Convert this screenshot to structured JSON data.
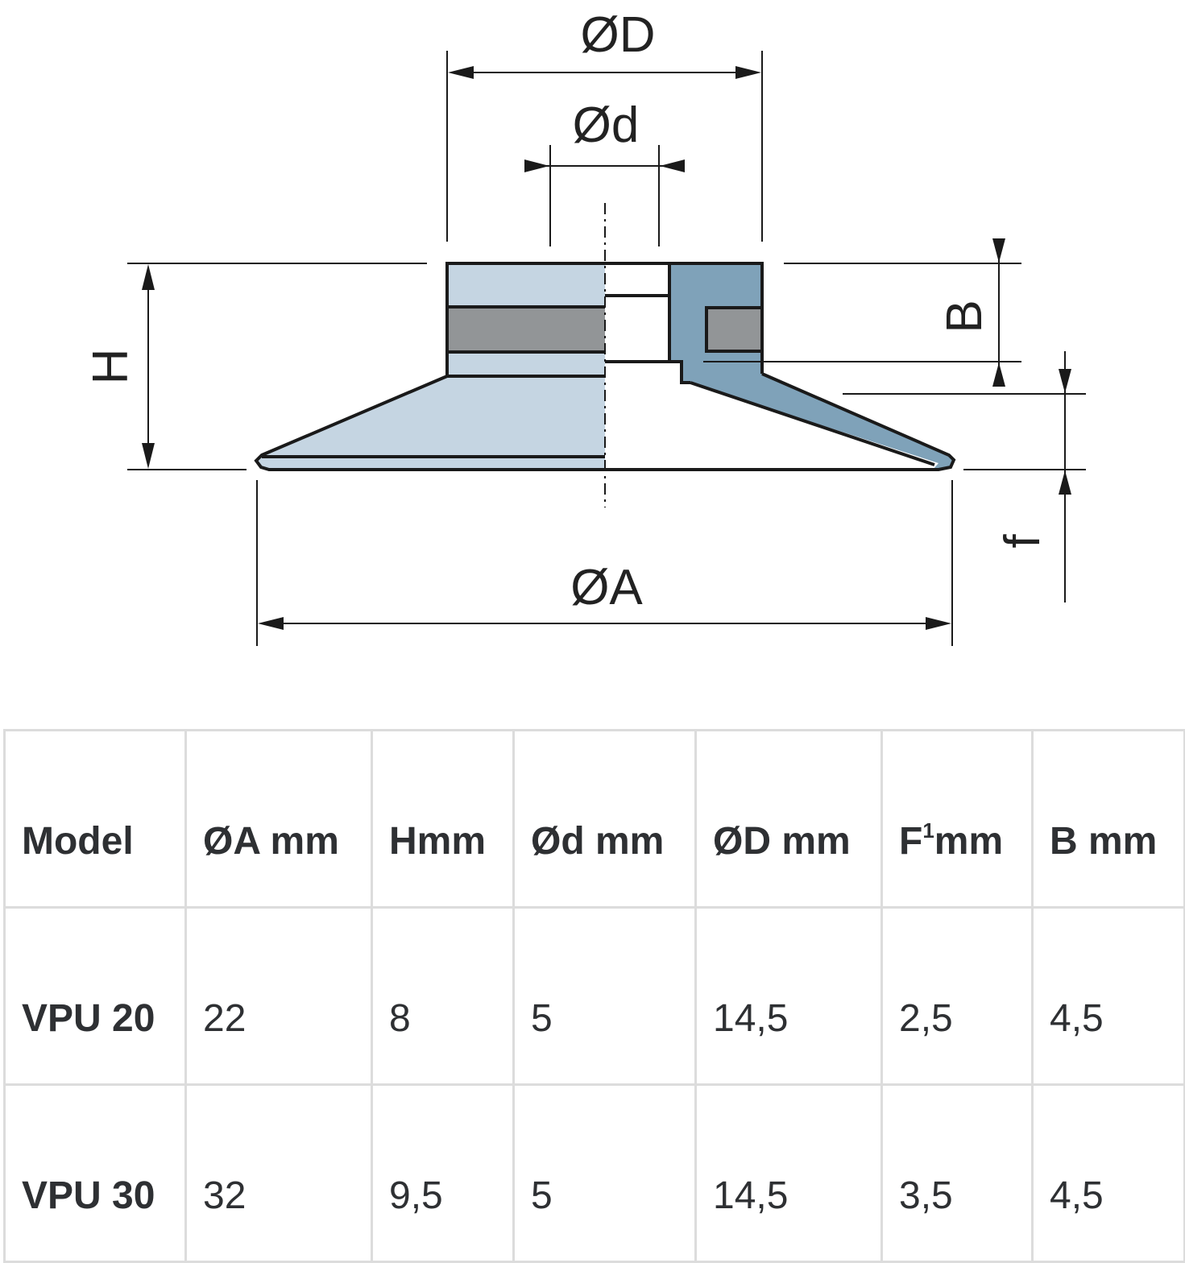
{
  "diagram": {
    "labels": {
      "D": "ØD",
      "d": "Ød",
      "A": "ØA",
      "H": "H",
      "B": "B",
      "f": "f"
    },
    "colors": {
      "body_light": "#c5d5e2",
      "body_section": "#7fa2b9",
      "insert_gray": "#929597",
      "line": "#1a1a1a"
    }
  },
  "table": {
    "headers": {
      "model": "Model",
      "a": "ØA mm",
      "h": "Hmm",
      "d": "Ød mm",
      "D": "ØD mm",
      "f_letter": "F",
      "f_sup": "1",
      "f_unit": "mm",
      "b": "B mm"
    },
    "rows": [
      {
        "model": "VPU 20",
        "a": "22",
        "h": "8",
        "d": "5",
        "D": "14,5",
        "f": "2,5",
        "b": "4,5"
      },
      {
        "model": "VPU 30",
        "a": "32",
        "h": "9,5",
        "d": "5",
        "D": "14,5",
        "f": "3,5",
        "b": "4,5"
      }
    ]
  }
}
